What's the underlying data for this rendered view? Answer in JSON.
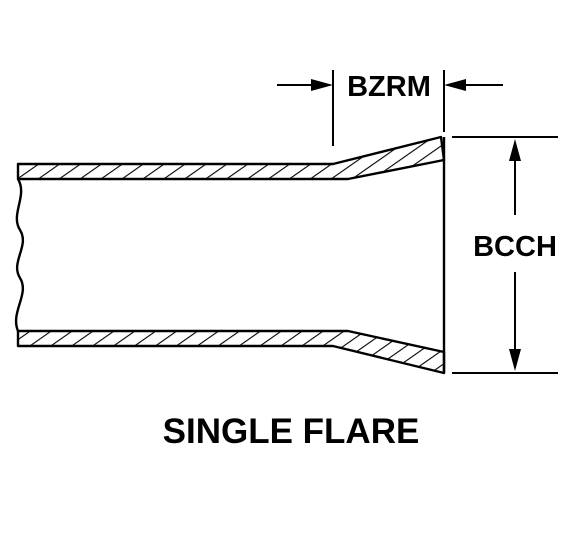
{
  "diagram": {
    "caption": "SINGLE FLARE",
    "dimensions": [
      {
        "code": "BZRM",
        "measures": "flare length"
      },
      {
        "code": "BCCH",
        "measures": "flare outside diameter"
      }
    ],
    "colors": {
      "ink": "#000000",
      "background": "#ffffff"
    }
  }
}
